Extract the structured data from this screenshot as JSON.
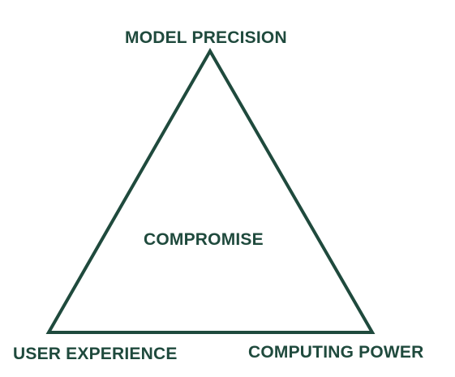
{
  "diagram": {
    "vertices": {
      "top": "MODEL PRECISION",
      "bottom_left": "USER EXPERIENCE",
      "bottom_right": "COMPUTING POWER"
    },
    "center": "COMPROMISE"
  },
  "colors": {
    "stroke": "#1f4a3d",
    "text": "#1f4a3d",
    "background": "#ffffff"
  }
}
